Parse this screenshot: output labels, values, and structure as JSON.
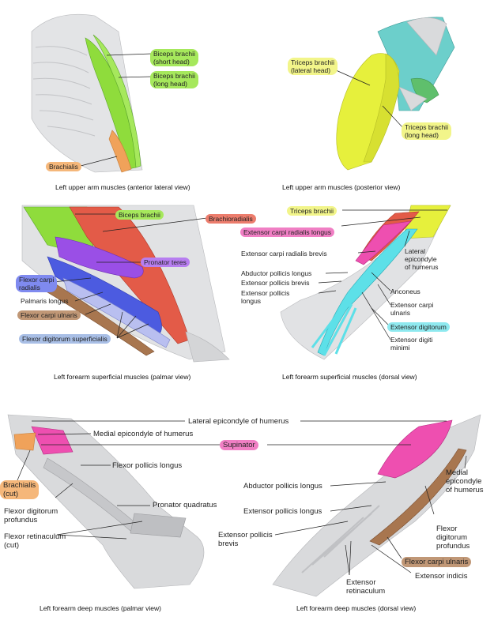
{
  "colors": {
    "green": "#8fdc3c",
    "yellow": "#e6f03c",
    "red": "#e35b48",
    "pink": "#ee4fb0",
    "purple": "#9a4fe6",
    "blue": "#4c5be0",
    "brown": "#a8764f",
    "orange": "#f0a25a",
    "cyan": "#5de0e8",
    "teal": "#6ccfcb",
    "bone": "#d9dadc"
  },
  "panels": {
    "upper_arm_anterior": {
      "caption": "Left upper arm muscles (anterior lateral view)",
      "labels": {
        "biceps_short_1": "Biceps brachii",
        "biceps_short_2": "(short head)",
        "biceps_long_1": "Biceps brachii",
        "biceps_long_2": "(long head)",
        "brachialis": "Brachialis"
      }
    },
    "upper_arm_posterior": {
      "caption": "Left upper arm muscles (posterior view)",
      "labels": {
        "triceps_lateral_1": "Triceps brachii",
        "triceps_lateral_2": "(lateral head)",
        "triceps_long_1": "Triceps brachii",
        "triceps_long_2": "(long head)"
      }
    },
    "forearm_superficial_palmar": {
      "caption": "Left forearm superficial muscles (palmar view)",
      "labels": {
        "biceps": "Biceps brachii",
        "brachioradialis": "Brachioradialis",
        "pronator_teres": "Pronator teres",
        "flexor_carpi_radialis_1": "Flexor carpi",
        "flexor_carpi_radialis_2": "radialis",
        "palmaris_longus": "Palmaris longus",
        "flexor_carpi_ulnaris": "Flexor carpi ulnaris",
        "flexor_digitorum_superficialis": "Flexor digitorum superficialis"
      }
    },
    "forearm_superficial_dorsal": {
      "caption": "Left forearm superficial muscles (dorsal view)",
      "labels": {
        "triceps": "Triceps brachii",
        "ecr_longus": "Extensor carpi radialis longus",
        "ecr_brevis": "Extensor carpi radialis brevis",
        "lateral_epicondyle_1": "Lateral",
        "lateral_epicondyle_2": "epicondyle",
        "lateral_epicondyle_3": "of humerus",
        "abductor_pollicis_longus": "Abductor pollicis longus",
        "extensor_pollicis_brevis": "Extensor pollicis brevis",
        "extensor_pollicis_longus_1": "Extensor pollicis",
        "extensor_pollicis_longus_2": "longus",
        "anconeus": "Anconeus",
        "extensor_carpi_ulnaris_1": "Extensor carpi",
        "extensor_carpi_ulnaris_2": "ulnaris",
        "extensor_digitorum": "Extensor digitorum",
        "extensor_digiti_minimi_1": "Extensor digiti",
        "extensor_digiti_minimi_2": "minimi"
      }
    },
    "forearm_deep_palmar": {
      "caption": "Left forearm deep muscles (palmar view)",
      "labels": {
        "medial_epicondyle": "Medial epicondyle of humerus",
        "flexor_pollicis_longus": "Flexor pollicis longus",
        "brachialis_1": "Brachialis",
        "brachialis_2": "(cut)",
        "flexor_digitorum_profundus_1": "Flexor digitorum",
        "flexor_digitorum_profundus_2": "profundus",
        "pronator_quadratus": "Pronator quadratus",
        "flexor_retinaculum_1": "Flexor retinaculum",
        "flexor_retinaculum_2": "(cut)"
      }
    },
    "forearm_deep_dorsal": {
      "caption": "Left forearm deep muscles (dorsal view)",
      "labels": {
        "lateral_epicondyle": "Lateral epicondyle of humerus",
        "supinator": "Supinator",
        "abductor_pollicis_longus": "Abductor pollicis longus",
        "extensor_pollicis_longus": "Extensor pollicis longus",
        "extensor_pollicis_brevis_1": "Extensor pollicis",
        "extensor_pollicis_brevis_2": "brevis",
        "medial_epicondyle_1": "Medial",
        "medial_epicondyle_2": "epicondyle",
        "medial_epicondyle_3": "of humerus",
        "flexor_digitorum_profundus_1": "Flexor",
        "flexor_digitorum_profundus_2": "digitorum",
        "flexor_digitorum_profundus_3": "profundus",
        "flexor_carpi_ulnaris": "Flexor carpi ulnaris",
        "extensor_indicis": "Extensor indicis",
        "extensor_retinaculum_1": "Extensor",
        "extensor_retinaculum_2": "retinaculum"
      }
    }
  }
}
